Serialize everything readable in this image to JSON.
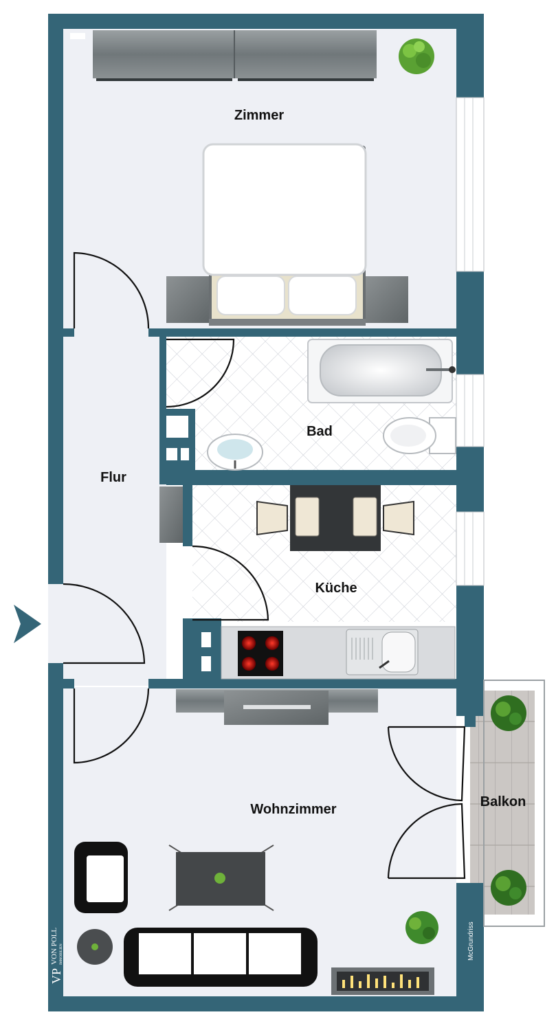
{
  "rooms": {
    "zimmer": "Zimmer",
    "flur": "Flur",
    "bad": "Bad",
    "kueche": "Küche",
    "wohnzimmer": "Wohnzimmer",
    "balkon": "Balkon"
  },
  "branding": {
    "logo_monogram": "VP",
    "logo_name": "VON POLL",
    "logo_sub": "IMMOBILIEN",
    "credit": "McGrundriss"
  },
  "colors": {
    "wall": "#346577",
    "floor": "#eef0f5",
    "tile_line": "#c9ccd4",
    "balcony": "#c8c5c2",
    "entrance_arrow": "#346577"
  },
  "icons": [
    "entrance-arrow-icon",
    "bed-icon",
    "bathtub-icon",
    "toilet-icon",
    "washbasin-icon",
    "cooktop-icon",
    "sink-icon",
    "dining-table-icon",
    "sofa-icon",
    "armchair-icon",
    "coffee-table-icon",
    "plant-icon"
  ]
}
